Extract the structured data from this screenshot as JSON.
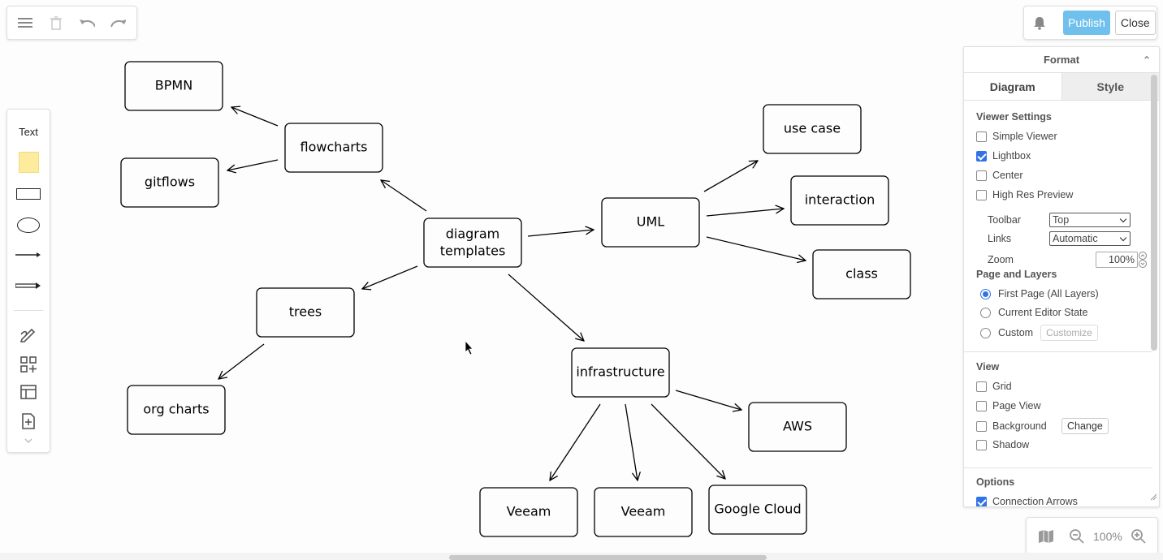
{
  "toolbar_left": {
    "menu_icon": "hamburger-menu-icon",
    "delete_icon": "trash-icon",
    "undo_icon": "undo-icon",
    "redo_icon": "redo-icon"
  },
  "toolbar_right": {
    "notification_icon": "bell-icon",
    "publish_label": "Publish",
    "close_label": "Close"
  },
  "shapes_panel": {
    "text_label": "Text",
    "items": [
      "sticky-note",
      "rectangle",
      "ellipse",
      "line",
      "arrow",
      "freehand-icon",
      "add-shapes-icon",
      "table-icon",
      "new-page-icon",
      "chevron-down-icon"
    ]
  },
  "diagram": {
    "nodes": [
      {
        "id": "bpmn",
        "label": "BPMN"
      },
      {
        "id": "flowcharts",
        "label": "flowcharts"
      },
      {
        "id": "gitflows",
        "label": "gitflows"
      },
      {
        "id": "diagram-templates",
        "label_line1": "diagram",
        "label_line2": "templates"
      },
      {
        "id": "uml",
        "label": "UML"
      },
      {
        "id": "use-case",
        "label": "use case"
      },
      {
        "id": "interaction",
        "label": "interaction"
      },
      {
        "id": "class",
        "label": "class"
      },
      {
        "id": "trees",
        "label": "trees"
      },
      {
        "id": "org-charts",
        "label": "org charts"
      },
      {
        "id": "infrastructure",
        "label": "infrastructure"
      },
      {
        "id": "aws",
        "label": "AWS"
      },
      {
        "id": "veeam-1",
        "label": "Veeam"
      },
      {
        "id": "veeam-2",
        "label": "Veeam"
      },
      {
        "id": "google-cloud",
        "label": "Google Cloud"
      }
    ]
  },
  "format_panel": {
    "title": "Format",
    "tabs": [
      {
        "label": "Diagram",
        "active": true
      },
      {
        "label": "Style",
        "active": false
      }
    ],
    "viewer_settings": {
      "heading": "Viewer Settings",
      "checkboxes": [
        {
          "label": "Simple Viewer",
          "checked": false
        },
        {
          "label": "Lightbox",
          "checked": true
        },
        {
          "label": "Center",
          "checked": false
        },
        {
          "label": "High Res Preview",
          "checked": false
        }
      ],
      "toolbar_label": "Toolbar",
      "toolbar_value": "Top",
      "links_label": "Links",
      "links_value": "Automatic",
      "zoom_label": "Zoom",
      "zoom_value": "100%"
    },
    "page_and_layers": {
      "heading": "Page and Layers",
      "options": [
        {
          "label": "First Page (All Layers)",
          "selected": true
        },
        {
          "label": "Current Editor State",
          "selected": false
        },
        {
          "label": "Custom",
          "selected": false
        }
      ],
      "customize_label": "Customize"
    },
    "view": {
      "heading": "View",
      "checkboxes": [
        {
          "label": "Grid",
          "checked": false
        },
        {
          "label": "Page View",
          "checked": false
        },
        {
          "label": "Background",
          "checked": false
        },
        {
          "label": "Shadow",
          "checked": false
        }
      ],
      "change_label": "Change"
    },
    "options": {
      "heading": "Options",
      "checkboxes": [
        {
          "label": "Connection Arrows",
          "checked": true
        }
      ]
    }
  },
  "zoom_panel": {
    "map_icon": "map-icon",
    "zoom_out_icon": "zoom-out-icon",
    "zoom_level": "100%",
    "zoom_in_icon": "zoom-in-icon"
  },
  "colors": {
    "accent": "#2f73e6",
    "publish": "#6fc0ec"
  }
}
